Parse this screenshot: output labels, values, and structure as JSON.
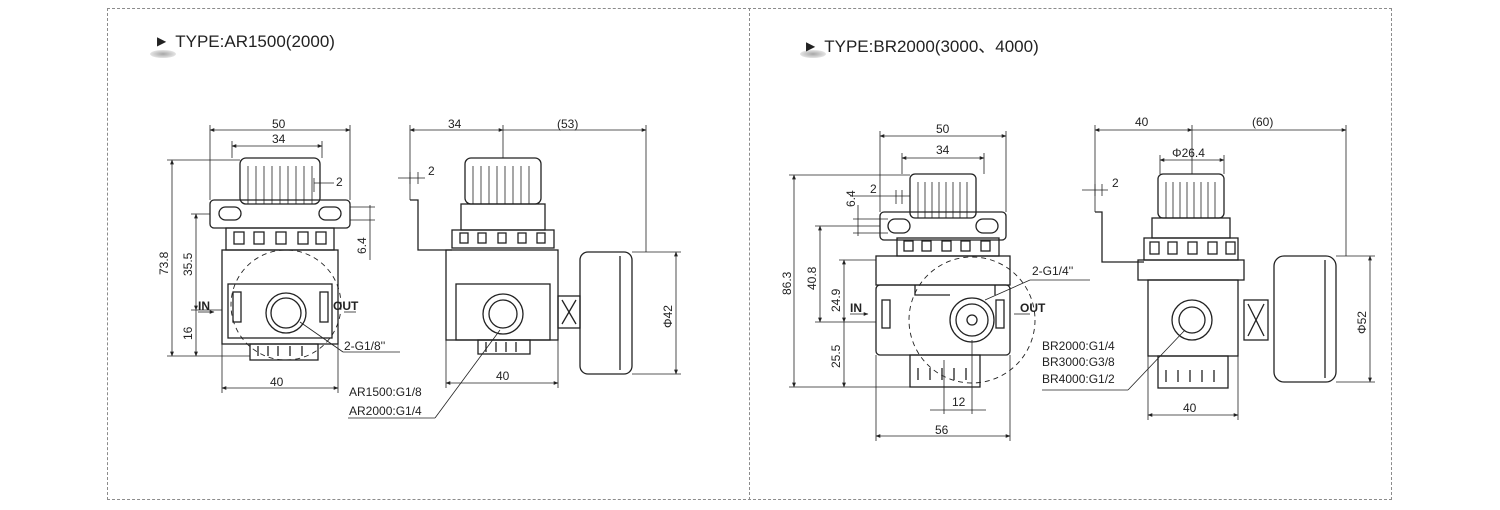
{
  "colors": {
    "line": "#222222",
    "frame": "#8c8c8c",
    "background": "#ffffff"
  },
  "left": {
    "title": "TYPE:AR1500(2000)",
    "marker_icon": "triangle-right",
    "front": {
      "w50": "50",
      "w34": "34",
      "d2": "2",
      "h73_8": "73.8",
      "h35_5": "35.5",
      "h16": "16",
      "h6_4": "6.4",
      "w40": "40",
      "in": "IN",
      "out": "OUT",
      "port": "2-G1/8''"
    },
    "side": {
      "w34": "34",
      "w53": "(53)",
      "d2": "2",
      "w40": "40",
      "phi": "Φ42"
    },
    "notes": [
      "AR1500:G1/8",
      "AR2000:G1/4"
    ]
  },
  "right": {
    "title": "TYPE:BR2000(3000、4000)",
    "marker_icon": "triangle-right",
    "front": {
      "w50": "50",
      "w34": "34",
      "d2": "2",
      "d6_4": "6.4",
      "h86_3": "86.3",
      "h40_8": "40.8",
      "h24_9": "24.9",
      "h25_5": "25.5",
      "w12": "12",
      "w56": "56",
      "in": "IN",
      "out": "OUT",
      "port": "2-G1/4''"
    },
    "side": {
      "w40": "40",
      "w60": "(60)",
      "phi26": "Φ26.4",
      "d2": "2",
      "w40b": "40",
      "phi": "Φ52"
    },
    "notes": [
      "BR2000:G1/4",
      "BR3000:G3/8",
      "BR4000:G1/2"
    ]
  }
}
